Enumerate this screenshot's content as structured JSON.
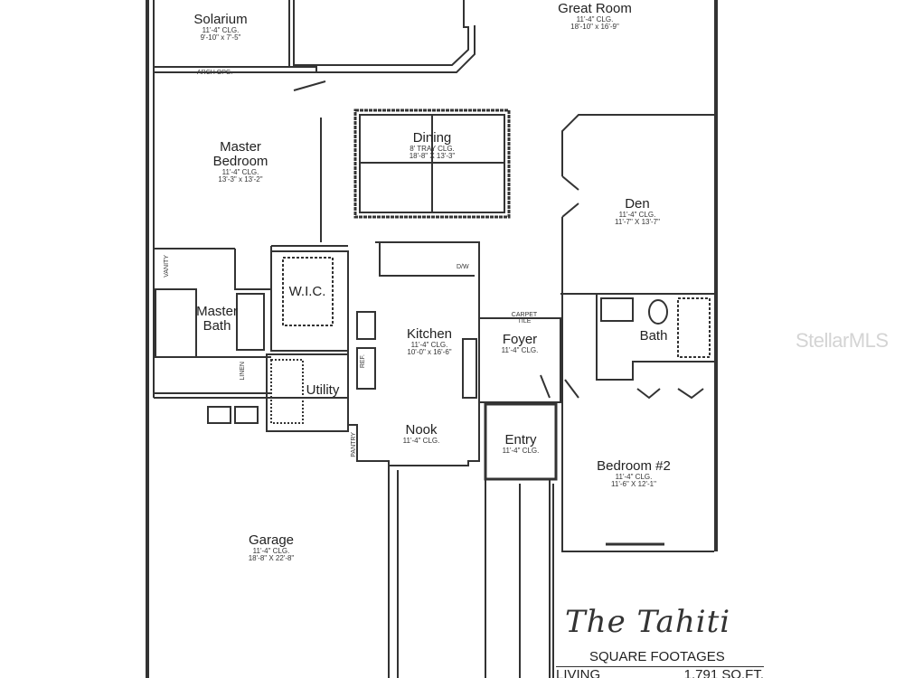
{
  "plan_name": "The Tahiti",
  "square_footages": {
    "heading": "SQUARE FOOTAGES",
    "living_label": "LIVING",
    "living_value": "1,791 SQ.FT."
  },
  "watermark": "StellarMLS",
  "rooms": {
    "solarium": {
      "name": "Solarium",
      "ceiling": "11'-4\" CLG.",
      "dims": "9'-10\" x 7'-5\""
    },
    "great_room": {
      "name": "Great Room",
      "ceiling": "11'-4\" CLG.",
      "dims": "18'-10\" x 16'-9\""
    },
    "master_bedroom": {
      "name": "Master Bedroom",
      "ceiling": "11'-4\" CLG.",
      "dims": "13'-3\" x 13'-2\""
    },
    "dining": {
      "name": "Dining",
      "ceiling": "8' TRAY CLG.",
      "dims": "18'-8\" X 13'-3\""
    },
    "den": {
      "name": "Den",
      "ceiling": "11'-4\" CLG.",
      "dims": "11'-7\" X 13'-7\""
    },
    "wic": {
      "name": "W.I.C."
    },
    "master_bath": {
      "name": "Master Bath"
    },
    "kitchen": {
      "name": "Kitchen",
      "ceiling": "11'-4\" CLG.",
      "dims": "10'-0\" x 16'-6\""
    },
    "foyer": {
      "name": "Foyer",
      "ceiling": "11'-4\" CLG."
    },
    "bath": {
      "name": "Bath"
    },
    "utility": {
      "name": "Utility"
    },
    "nook": {
      "name": "Nook",
      "ceiling": "11'-4\" CLG."
    },
    "entry": {
      "name": "Entry",
      "ceiling": "11'-4\" CLG."
    },
    "bedroom2": {
      "name": "Bedroom #2",
      "ceiling": "11'-4\" CLG.",
      "dims": "11'-6\" X 12'-1\""
    },
    "garage": {
      "name": "Garage",
      "ceiling": "11'-4\" CLG.",
      "dims": "18'-8\" X 22'-8\""
    }
  },
  "notes": {
    "arch": "ARCH OPG.",
    "vanity": "VANITY",
    "dw": "D/W",
    "ref": "REF.",
    "linen": "LINEN",
    "pantry": "PANTRY",
    "carpet_tile": "CARPET TILE"
  }
}
